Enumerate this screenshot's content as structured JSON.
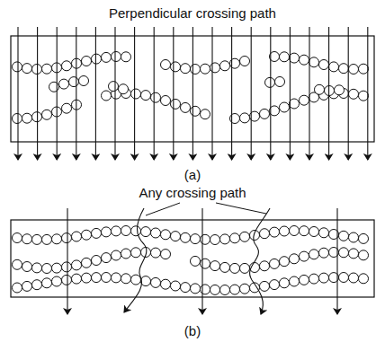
{
  "diagram": {
    "labels": [
      "Perpendicular crossing path",
      "(a)",
      "Any crossing path",
      "(b)"
    ]
  }
}
